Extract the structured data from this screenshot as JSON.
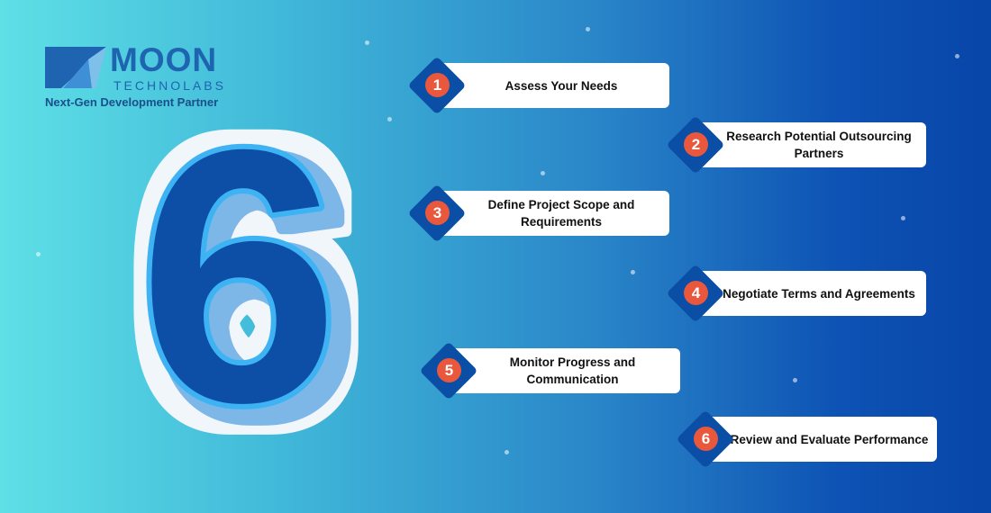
{
  "brand": {
    "name": "MOON",
    "sub": "TECHNOLABS",
    "tagline": "Next-Gen Development Partner"
  },
  "hero_number": "6",
  "steps": [
    {
      "number": "1",
      "label": "Assess Your Needs"
    },
    {
      "number": "2",
      "label": "Research Potential Outsourcing Partners"
    },
    {
      "number": "3",
      "label": "Define Project Scope and Requirements"
    },
    {
      "number": "4",
      "label": "Negotiate Terms and Agreements"
    },
    {
      "number": "5",
      "label": "Monitor Progress and Communication"
    },
    {
      "number": "6",
      "label": "Review and Evaluate Performance"
    }
  ],
  "colors": {
    "accent": "#e9573c",
    "diamond": "#0b4ea6",
    "brand": "#1f64b0"
  }
}
